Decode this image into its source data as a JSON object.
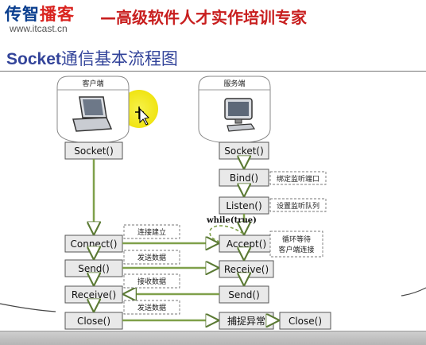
{
  "header": {
    "logo_part1": "传智",
    "logo_part2": "播客",
    "logo_url": "www.itcast.cn",
    "slogan": "—高级软件人才实作培训专家"
  },
  "slide": {
    "title_bold": "Socket",
    "title_rest": "通信基本流程图"
  },
  "client": {
    "label": "客户端",
    "nodes": [
      "Socket()",
      "Connect()",
      "Send()",
      "Receive()",
      "Close()"
    ]
  },
  "server": {
    "label": "服务端",
    "nodes": [
      "Socket()",
      "Bind()",
      "Listen()",
      "Accept()",
      "Receive()",
      "Send()",
      "捕捉异常",
      "Close()"
    ],
    "while_label": "while(true)"
  },
  "notes": {
    "bind": "绑定监听端口",
    "listen": "设置监听队列",
    "accept_line1": "循环等待",
    "accept_line2": "客户端连接"
  },
  "messages": [
    "连接建立",
    "发送数据",
    "接收数据",
    "发送数据"
  ],
  "colors": {
    "arrow": "#7fa04a",
    "box_fill": "#e9e9e9",
    "box_stroke": "#555555",
    "highlight": "#f5ee1a"
  }
}
